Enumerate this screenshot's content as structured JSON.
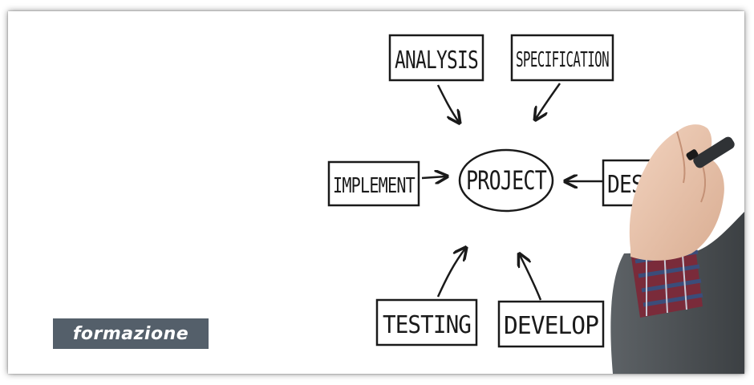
{
  "diagram": {
    "center": "PROJECT",
    "nodes": {
      "analysis": "ANALYSIS",
      "specification": "SPECIFICATION",
      "implement": "IMPLEMENT",
      "design": "DESIGN",
      "testing": "TESTING",
      "develop": "DEVELOP"
    }
  },
  "badge": {
    "label": "formazione",
    "bg_color": "#545f6a",
    "text_color": "#ffffff"
  },
  "icons": {
    "marker": "marker-pen-icon"
  }
}
